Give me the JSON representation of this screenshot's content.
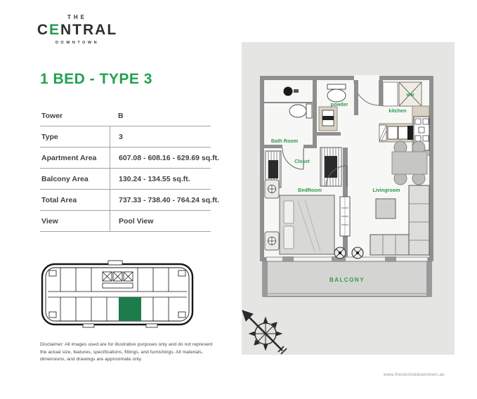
{
  "colors": {
    "accent_green": "#22a152",
    "plan_label_green": "#2e9b4e",
    "keyplan_unit_green": "#1e7b4b",
    "panel_background": "#e5e5e3",
    "wall_gray": "#8f8f8f"
  },
  "logo": {
    "top": "THE",
    "name_prefix": "C",
    "name_green": "E",
    "name_suffix": "NTRAL",
    "bottom": "DOWNTOWN"
  },
  "title": "1 BED - TYPE 3",
  "spec_table": {
    "rows": [
      {
        "label": "Tower",
        "value": "B"
      },
      {
        "label": "Type",
        "value": "3"
      },
      {
        "label": "Apartment Area",
        "value": "607.08 - 608.16 - 629.69 sq.ft."
      },
      {
        "label": "Balcony Area",
        "value": "130.24 - 134.55 sq.ft."
      },
      {
        "label": "Total Area",
        "value": "737.33 - 738.40 - 764.24 sq.ft."
      },
      {
        "label": "View",
        "value": "Pool View"
      }
    ]
  },
  "floorplan": {
    "labels": {
      "bathroom": "Bath Room",
      "powder": "powder",
      "kitchen": "kitchen",
      "wm": "W/M",
      "closet": "Closet",
      "bedroom": "BedRoom",
      "livingroom": "Livingroom",
      "balcony": "BALCONY"
    }
  },
  "disclaimer": "Disclaimer: All images used are for illustrative purposes only and do not represent the actual size, features, specifications, fittings, and furnishings. All materials, dimensions, and drawings are approximate only.",
  "footer": {
    "website": "www.thecentraldowntown.ae"
  }
}
